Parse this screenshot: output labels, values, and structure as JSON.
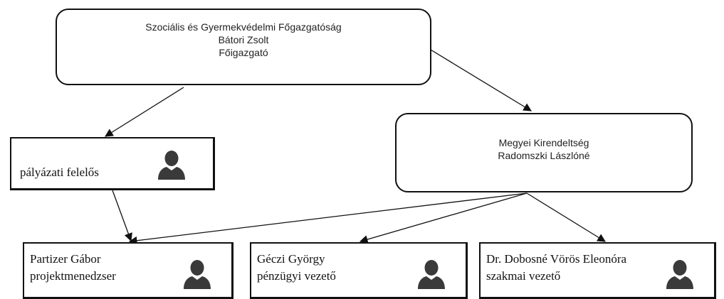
{
  "nodes": {
    "director": {
      "lines": [
        "Szociális és Gyermekvédelmi Főgazgatóság",
        "Bátori Zsolt",
        "Főigazgató"
      ]
    },
    "county_office": {
      "lines": [
        "Megyei Kirendeltség",
        "Radomszki Lászlóné"
      ]
    },
    "application_officer": {
      "lines": [
        "pályázati felelős"
      ],
      "icon": "person-silhouette-icon"
    },
    "project_manager": {
      "lines": [
        "Partizer Gábor",
        "projektmenedzser"
      ],
      "icon": "person-silhouette-icon"
    },
    "financial_manager": {
      "lines": [
        "Géczi György",
        "pénzügyi vezető"
      ],
      "icon": "person-silhouette-icon"
    },
    "professional_manager": {
      "lines": [
        "Dr. Dobosné Vörös Eleonóra",
        "szakmai vezető"
      ],
      "icon": "person-silhouette-icon"
    }
  },
  "edges": [
    {
      "from": "director",
      "to": "application_officer"
    },
    {
      "from": "director",
      "to": "county_office"
    },
    {
      "from": "application_officer",
      "to": "project_manager"
    },
    {
      "from": "county_office",
      "to": "project_manager"
    },
    {
      "from": "county_office",
      "to": "financial_manager"
    },
    {
      "from": "county_office",
      "to": "professional_manager"
    }
  ],
  "colors": {
    "line": "#111111",
    "border": "#111111",
    "icon": "#3a3a3a",
    "background": "#ffffff"
  }
}
